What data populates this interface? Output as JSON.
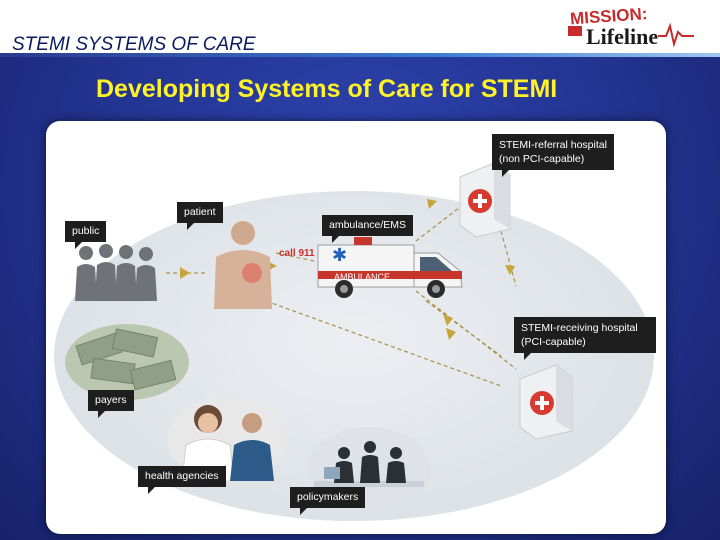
{
  "header": {
    "section_title": "STEMI SYSTEMS OF CARE",
    "logo_line1": "MISSION:",
    "logo_line2": "Lifeline"
  },
  "slide": {
    "title": "Developing Systems of Care for STEMI"
  },
  "diagram": {
    "public_label": "public",
    "patient_label": "patient",
    "call_label": "call 911",
    "ambulance_label": "ambulance/EMS",
    "ambulance_text": "AMBULANCE",
    "referral_hospital_label": [
      "STEMI-referral hospital",
      "(non PCI-capable)"
    ],
    "receiving_hospital_label": [
      "STEMI-receiving hospital",
      "(PCI-capable)"
    ],
    "payers_label": "payers",
    "health_agencies_label": "health agencies",
    "policymakers_label": "policymakers"
  },
  "colors": {
    "background": "#22338f",
    "title_yellow": "#fff226",
    "label_bg": "#1e1e1e",
    "hospital_red": "#d63a31",
    "arrow_gold": "#c6a53a",
    "logo_red": "#c82b2b"
  }
}
